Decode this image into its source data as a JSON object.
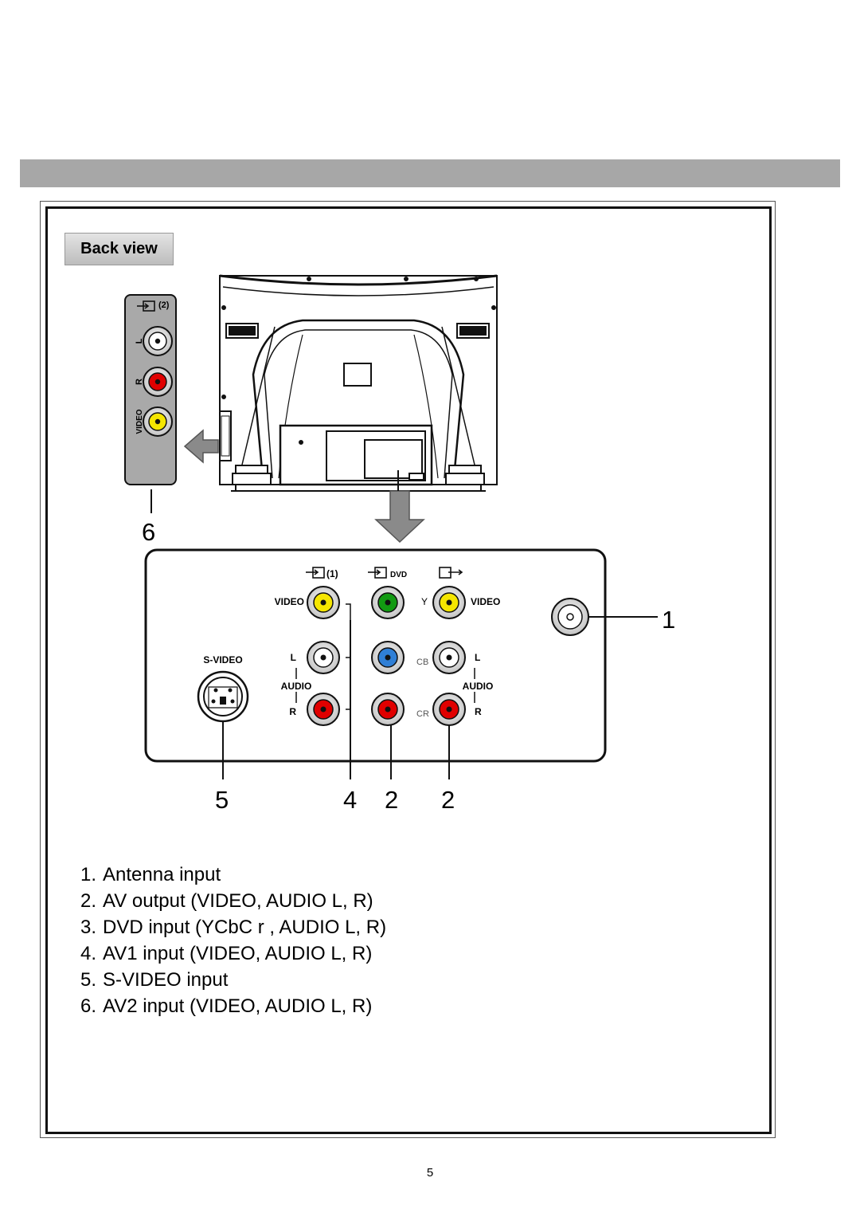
{
  "section": {
    "tab_label": "Back view"
  },
  "side_panel": {
    "input_label": "(2)",
    "l_label": "L",
    "r_label": "R",
    "video_label": "VIDEO"
  },
  "rear_panel": {
    "av1_label": "(1)",
    "dvd_label": "DVD",
    "video_left": "VIDEO",
    "video_right": "VIDEO",
    "y_label": "Y",
    "l_left": "L",
    "l_right": "L",
    "cb_label": "CB",
    "audio_left": "AUDIO",
    "audio_right": "AUDIO",
    "r_left": "R",
    "r_right": "R",
    "cr_label": "CR",
    "svideo_label": "S-VIDEO"
  },
  "callouts": {
    "c1": "1",
    "c2a": "2",
    "c2b": "2",
    "c4": "4",
    "c5": "5",
    "c6": "6"
  },
  "legend": [
    {
      "num": "1.",
      "text": "Antenna input"
    },
    {
      "num": "2.",
      "text": "AV output (VIDEO, AUDIO L, R)"
    },
    {
      "num": "3.",
      "text": "DVD input (YCbC r , AUDIO L, R)"
    },
    {
      "num": "4.",
      "text": "AV1 input (VIDEO, AUDIO L, R)"
    },
    {
      "num": "5.",
      "text": "S-VIDEO input"
    },
    {
      "num": "6.",
      "text": "AV2 input (VIDEO, AUDIO L, R)"
    }
  ],
  "page_number": "5",
  "colors": {
    "header_bar": "#a7a7a7",
    "jack_video": "#f5e600",
    "jack_audio_r": "#e00000",
    "jack_audio_l": "#ffffff",
    "jack_y": "#129a12",
    "jack_cb": "#2f7fd6",
    "jack_cr": "#e00000"
  }
}
